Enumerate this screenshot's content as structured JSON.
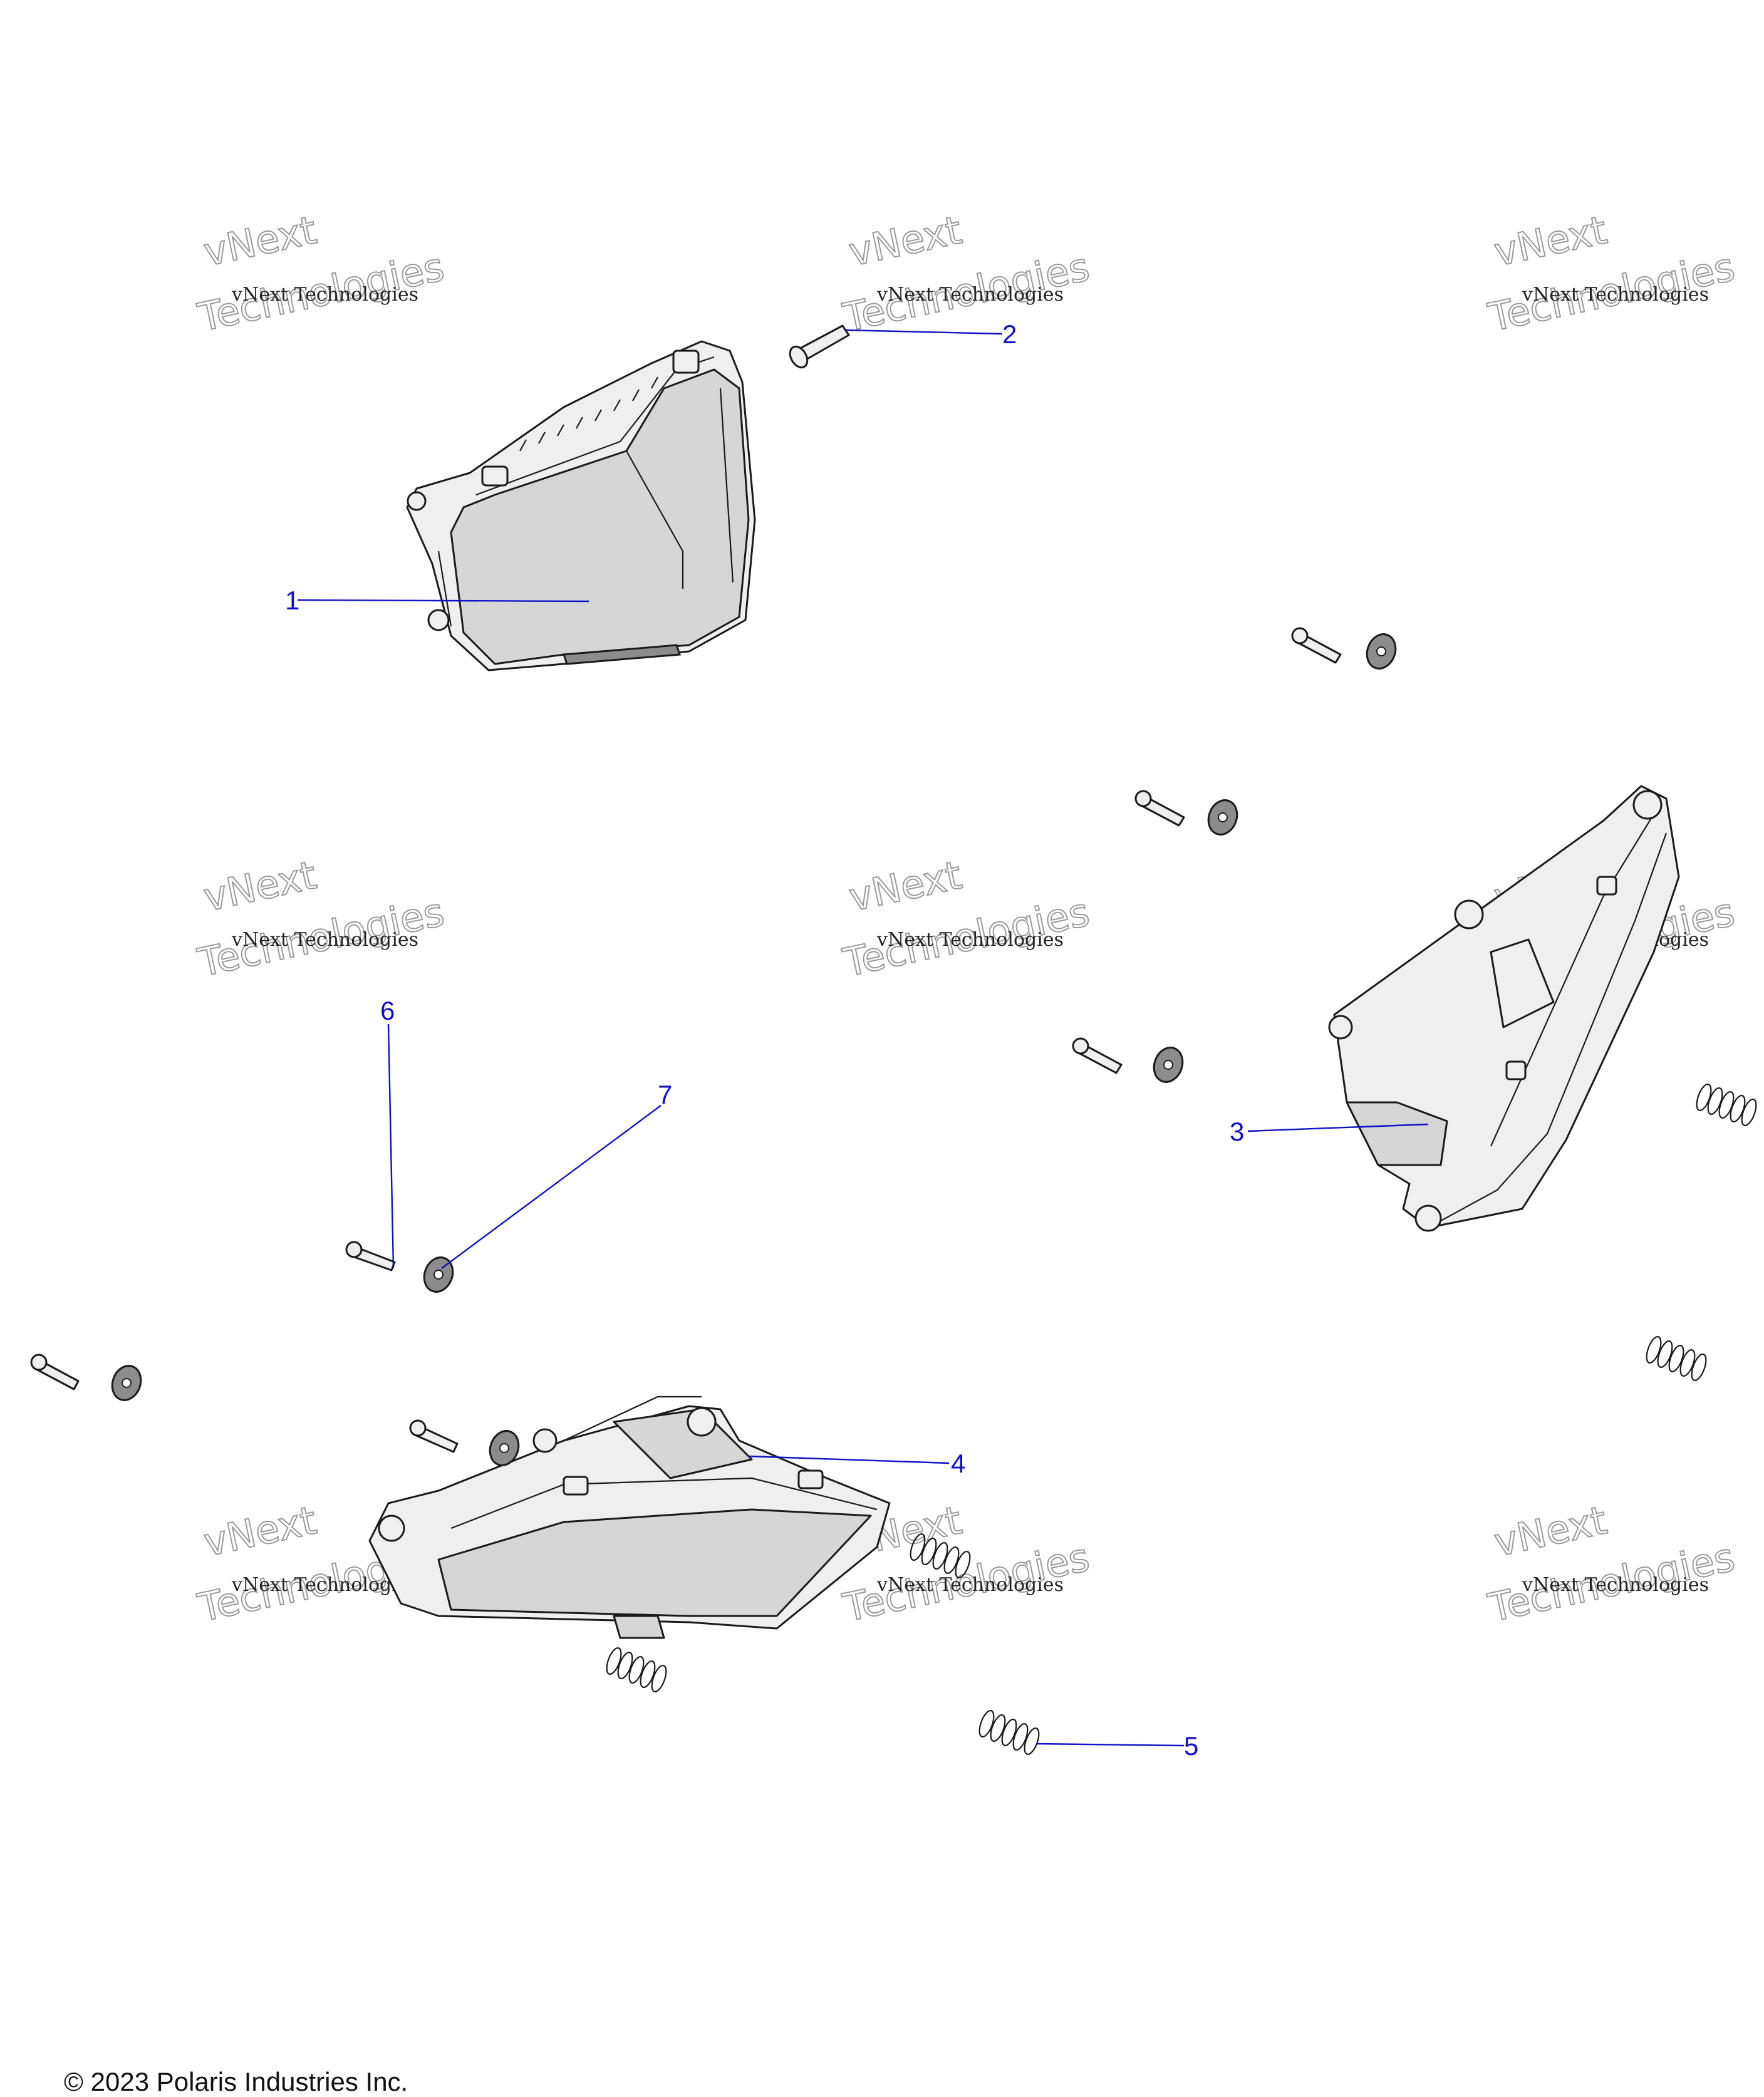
{
  "callouts": [
    {
      "id": "1",
      "label": "1"
    },
    {
      "id": "2",
      "label": "2"
    },
    {
      "id": "3",
      "label": "3"
    },
    {
      "id": "4",
      "label": "4"
    },
    {
      "id": "5",
      "label": "5"
    },
    {
      "id": "6",
      "label": "6"
    },
    {
      "id": "7",
      "label": "7"
    }
  ],
  "watermark": {
    "line1": "vNext Technologies",
    "line2": "vNext",
    "line3": "Technologies"
  },
  "footer": {
    "copyright": "© 2023 Polaris Industries Inc."
  },
  "colors": {
    "callout": "#1010c8",
    "part_fill": "#d6d6d6",
    "outline": "#1a1a1a"
  }
}
